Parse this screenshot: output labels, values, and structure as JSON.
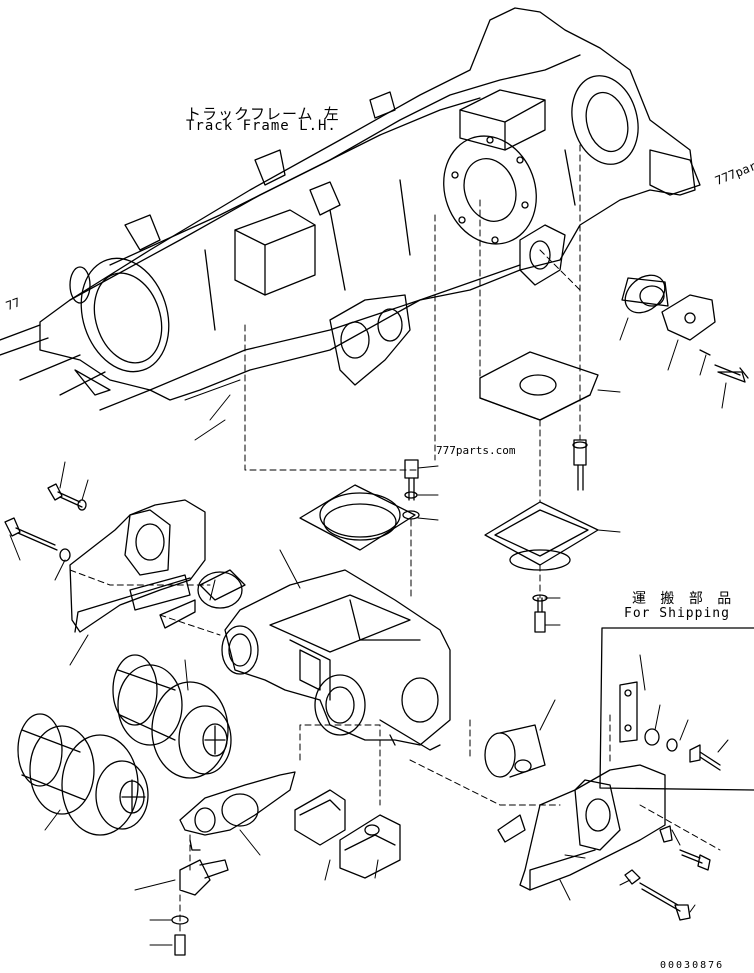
{
  "labels": {
    "frame_jp": "トラックフレーム 左",
    "frame_en": "Track Frame L.H.",
    "shipping_jp": "運 搬 部 品",
    "shipping_en": "For Shipping",
    "watermark_main": "777parts.com",
    "watermark_corner": "777par",
    "watermark_left": "77",
    "drawing_code": "00030876"
  }
}
